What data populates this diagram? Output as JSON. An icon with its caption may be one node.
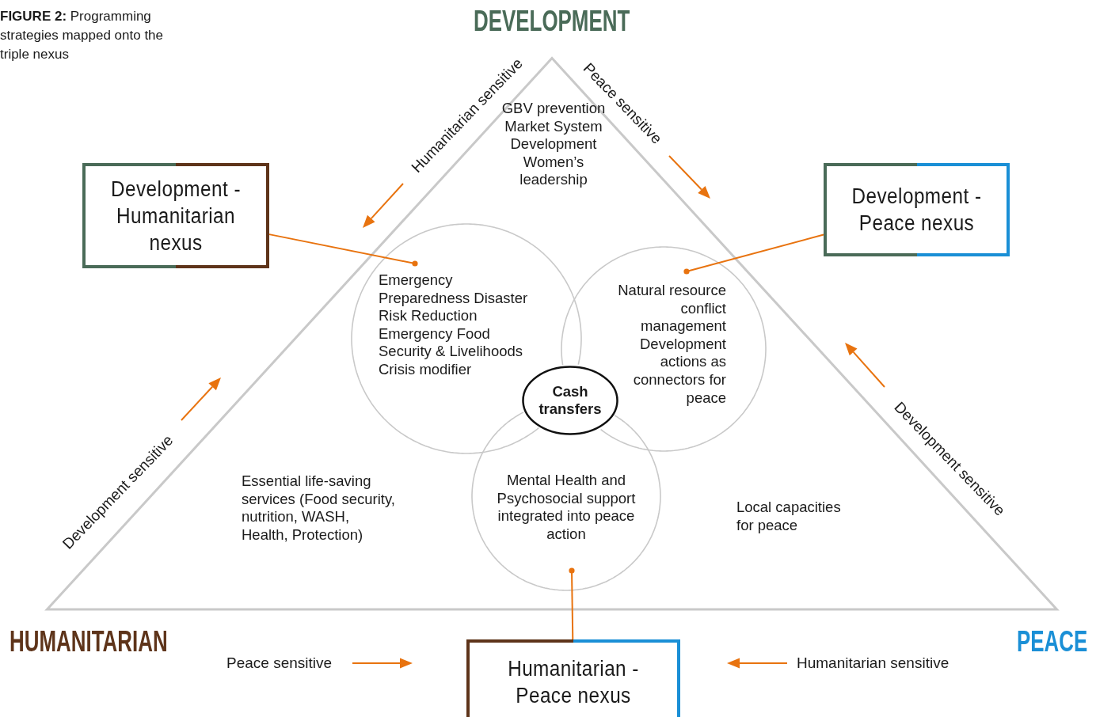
{
  "diagram": {
    "caption": "**FIGURE 2:** Programming strategies mapped onto the triple nexus",
    "nodes": [
      {
        "text": [
          "GBV prevention Market System Development Women’s leadership",
          "Essential life-saving services (Food security, nutrition, WASH, Health, Protection)",
          "Local capacities for peace"
        ]
      },
      {
        "text": [
          "Emergency Preparedness Disaster Risk Reduction Emergency Food Security & Livelihoods Crisis modifier"
        ],
        "in": 0
      },
      {
        "text": [
          "Natural resource conflict management Development actions as connectors for peace"
        ],
        "in": 0
      },
      {
        "text": [
          "Mental Health and Psychosocial support integrated into peace action"
        ],
        "in": 0
      },
      {
        "text": [
          "Cash transfers"
        ],
        "in": 0
      },
      {
        "text": [
          "Development - Humanitarian nexus"
        ]
      },
      {
        "text": [
          "Development - Peace nexus"
        ]
      },
      {
        "text": [
          "Humanitarian - Peace nexus"
        ]
      }
    ],
    "edges": [
      {
        "from": 5,
        "to": 1,
        "arrow": "other"
      },
      {
        "from": 6,
        "to": 2,
        "arrow": "other"
      },
      {
        "from": 7,
        "to": 3,
        "arrow": "other"
      }
    ],
    "labels": [
      "DEVELOPMENT",
      "Humanitarian sensitive",
      "Peace sensitive",
      "Development sensitive",
      "Development sensitive",
      "HUMANITARIAN",
      "Peace sensitive",
      "Humanitarian sensitive",
      "PEACE"
    ]
  }
}
